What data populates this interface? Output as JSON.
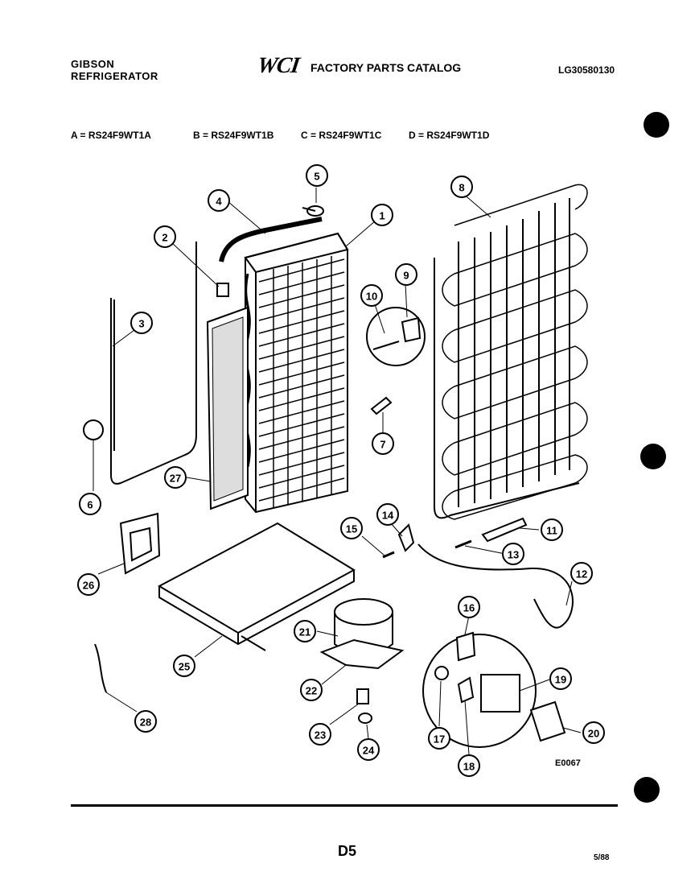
{
  "header": {
    "brand_line1": "GIBSON",
    "brand_line2": "REFRIGERATOR",
    "logo": "WCI",
    "catalog_title": "FACTORY PARTS CATALOG",
    "catalog_code": "LG30580130"
  },
  "models": [
    {
      "text": "A = RS24F9WT1A"
    },
    {
      "text": "B = RS24F9WT1B"
    },
    {
      "text": "C = RS24F9WT1C"
    },
    {
      "text": "D = RS24F9WT1D"
    }
  ],
  "callouts": [
    "1",
    "2",
    "3",
    "4",
    "5",
    "6",
    "7",
    "8",
    "9",
    "10",
    "11",
    "12",
    "13",
    "14",
    "15",
    "16",
    "17",
    "18",
    "19",
    "20",
    "21",
    "22",
    "23",
    "24",
    "25",
    "26",
    "27",
    "28"
  ],
  "footer": {
    "figure_code": "E0067",
    "page": "D5",
    "date": "5/88"
  }
}
